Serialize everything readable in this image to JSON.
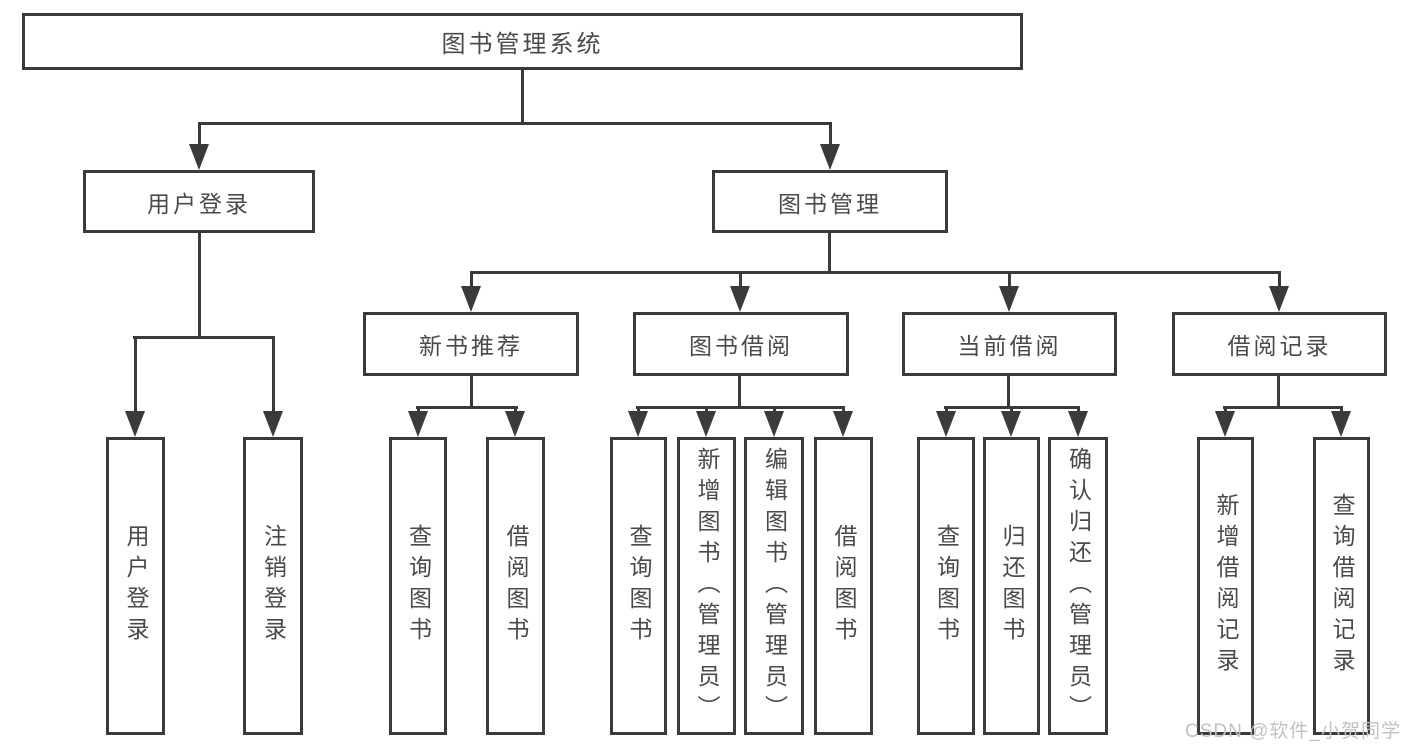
{
  "diagram": {
    "root": {
      "label": "图书管理系统"
    },
    "level2": [
      {
        "label": "用户登录"
      },
      {
        "label": "图书管理"
      }
    ],
    "level3": [
      {
        "label": "新书推荐"
      },
      {
        "label": "图书借阅"
      },
      {
        "label": "当前借阅"
      },
      {
        "label": "借阅记录"
      }
    ],
    "leaves": {
      "user_login": [
        {
          "label": "用户登录"
        },
        {
          "label": "注销登录"
        }
      ],
      "new_book_recommendation": [
        {
          "label": "查询图书"
        },
        {
          "label": "借阅图书"
        }
      ],
      "book_borrowing": [
        {
          "label": "查询图书"
        },
        {
          "label": "新增图书（管理员）"
        },
        {
          "label": "编辑图书（管理员）"
        },
        {
          "label": "借阅图书"
        }
      ],
      "current_borrowing": [
        {
          "label": "查询图书"
        },
        {
          "label": "归还图书"
        },
        {
          "label": "确认归还（管理员）"
        }
      ],
      "borrowing_records": [
        {
          "label": "新增借阅记录"
        },
        {
          "label": "查询借阅记录"
        }
      ]
    }
  },
  "watermark": {
    "text": "CSDN @软件_小贺同学"
  },
  "colors": {
    "line": "#3a3a3a",
    "text": "#4a4a4a",
    "background": "#ffffff",
    "watermark": "#c2c2c2"
  }
}
